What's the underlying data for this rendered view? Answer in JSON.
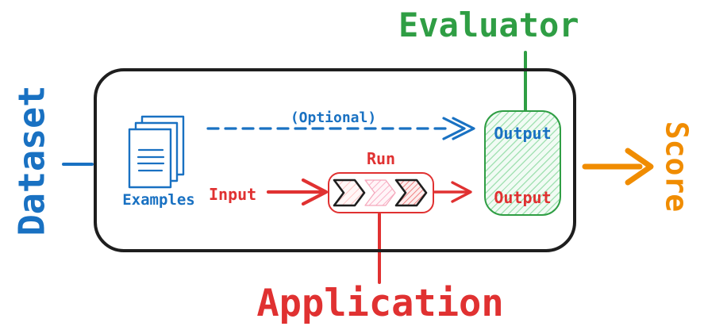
{
  "palette": {
    "blue": "#1971c2",
    "red": "#e03131",
    "green": "#2f9e44",
    "orange": "#f08c00",
    "ink": "#1e1e1e",
    "green_box_bg": "#f1fbf4",
    "green_hatch": "#a5e2b5"
  },
  "diagram": {
    "dataset": {
      "label": "Dataset",
      "color": "#1971c2"
    },
    "evaluator": {
      "label": "Evaluator",
      "color": "#2f9e44"
    },
    "score": {
      "label": "Score",
      "color": "#f08c00"
    },
    "application": {
      "label": "Application",
      "color": "#e03131"
    },
    "examples": {
      "label": "Examples",
      "icon": "document-stack-icon",
      "color": "#1971c2"
    },
    "optional_path": {
      "label": "(Optional)",
      "style": "dashed-arrow",
      "color": "#1971c2"
    },
    "input": {
      "label": "Input",
      "color": "#e03131"
    },
    "run": {
      "label": "Run",
      "chevrons": 3,
      "color": "#e03131"
    },
    "evaluator_box": {
      "reference_output": {
        "label": "Output",
        "color": "#1971c2"
      },
      "app_output": {
        "label": "Output",
        "color": "#e03131"
      }
    }
  }
}
